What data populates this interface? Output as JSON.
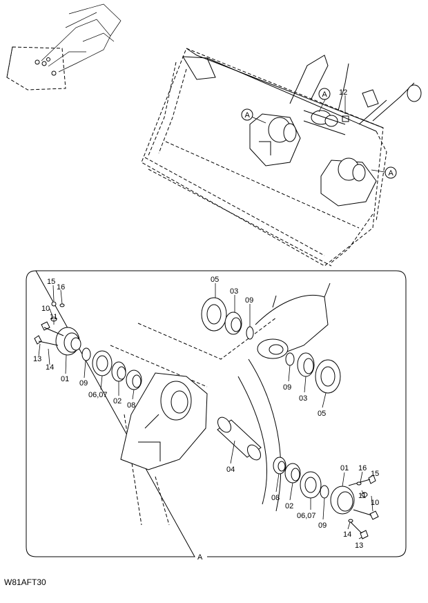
{
  "diagram": {
    "code": "W81AFT30",
    "detail_view_label": "A",
    "callout_marker": "A",
    "labels": [
      "15",
      "16",
      "10",
      "11",
      "13",
      "14",
      "01",
      "09",
      "06,07",
      "02",
      "08",
      "05",
      "03",
      "09",
      "09",
      "03",
      "05",
      "04",
      "12",
      "08",
      "02",
      "06,07",
      "09",
      "01",
      "16",
      "15",
      "11",
      "10",
      "14",
      "13"
    ]
  }
}
